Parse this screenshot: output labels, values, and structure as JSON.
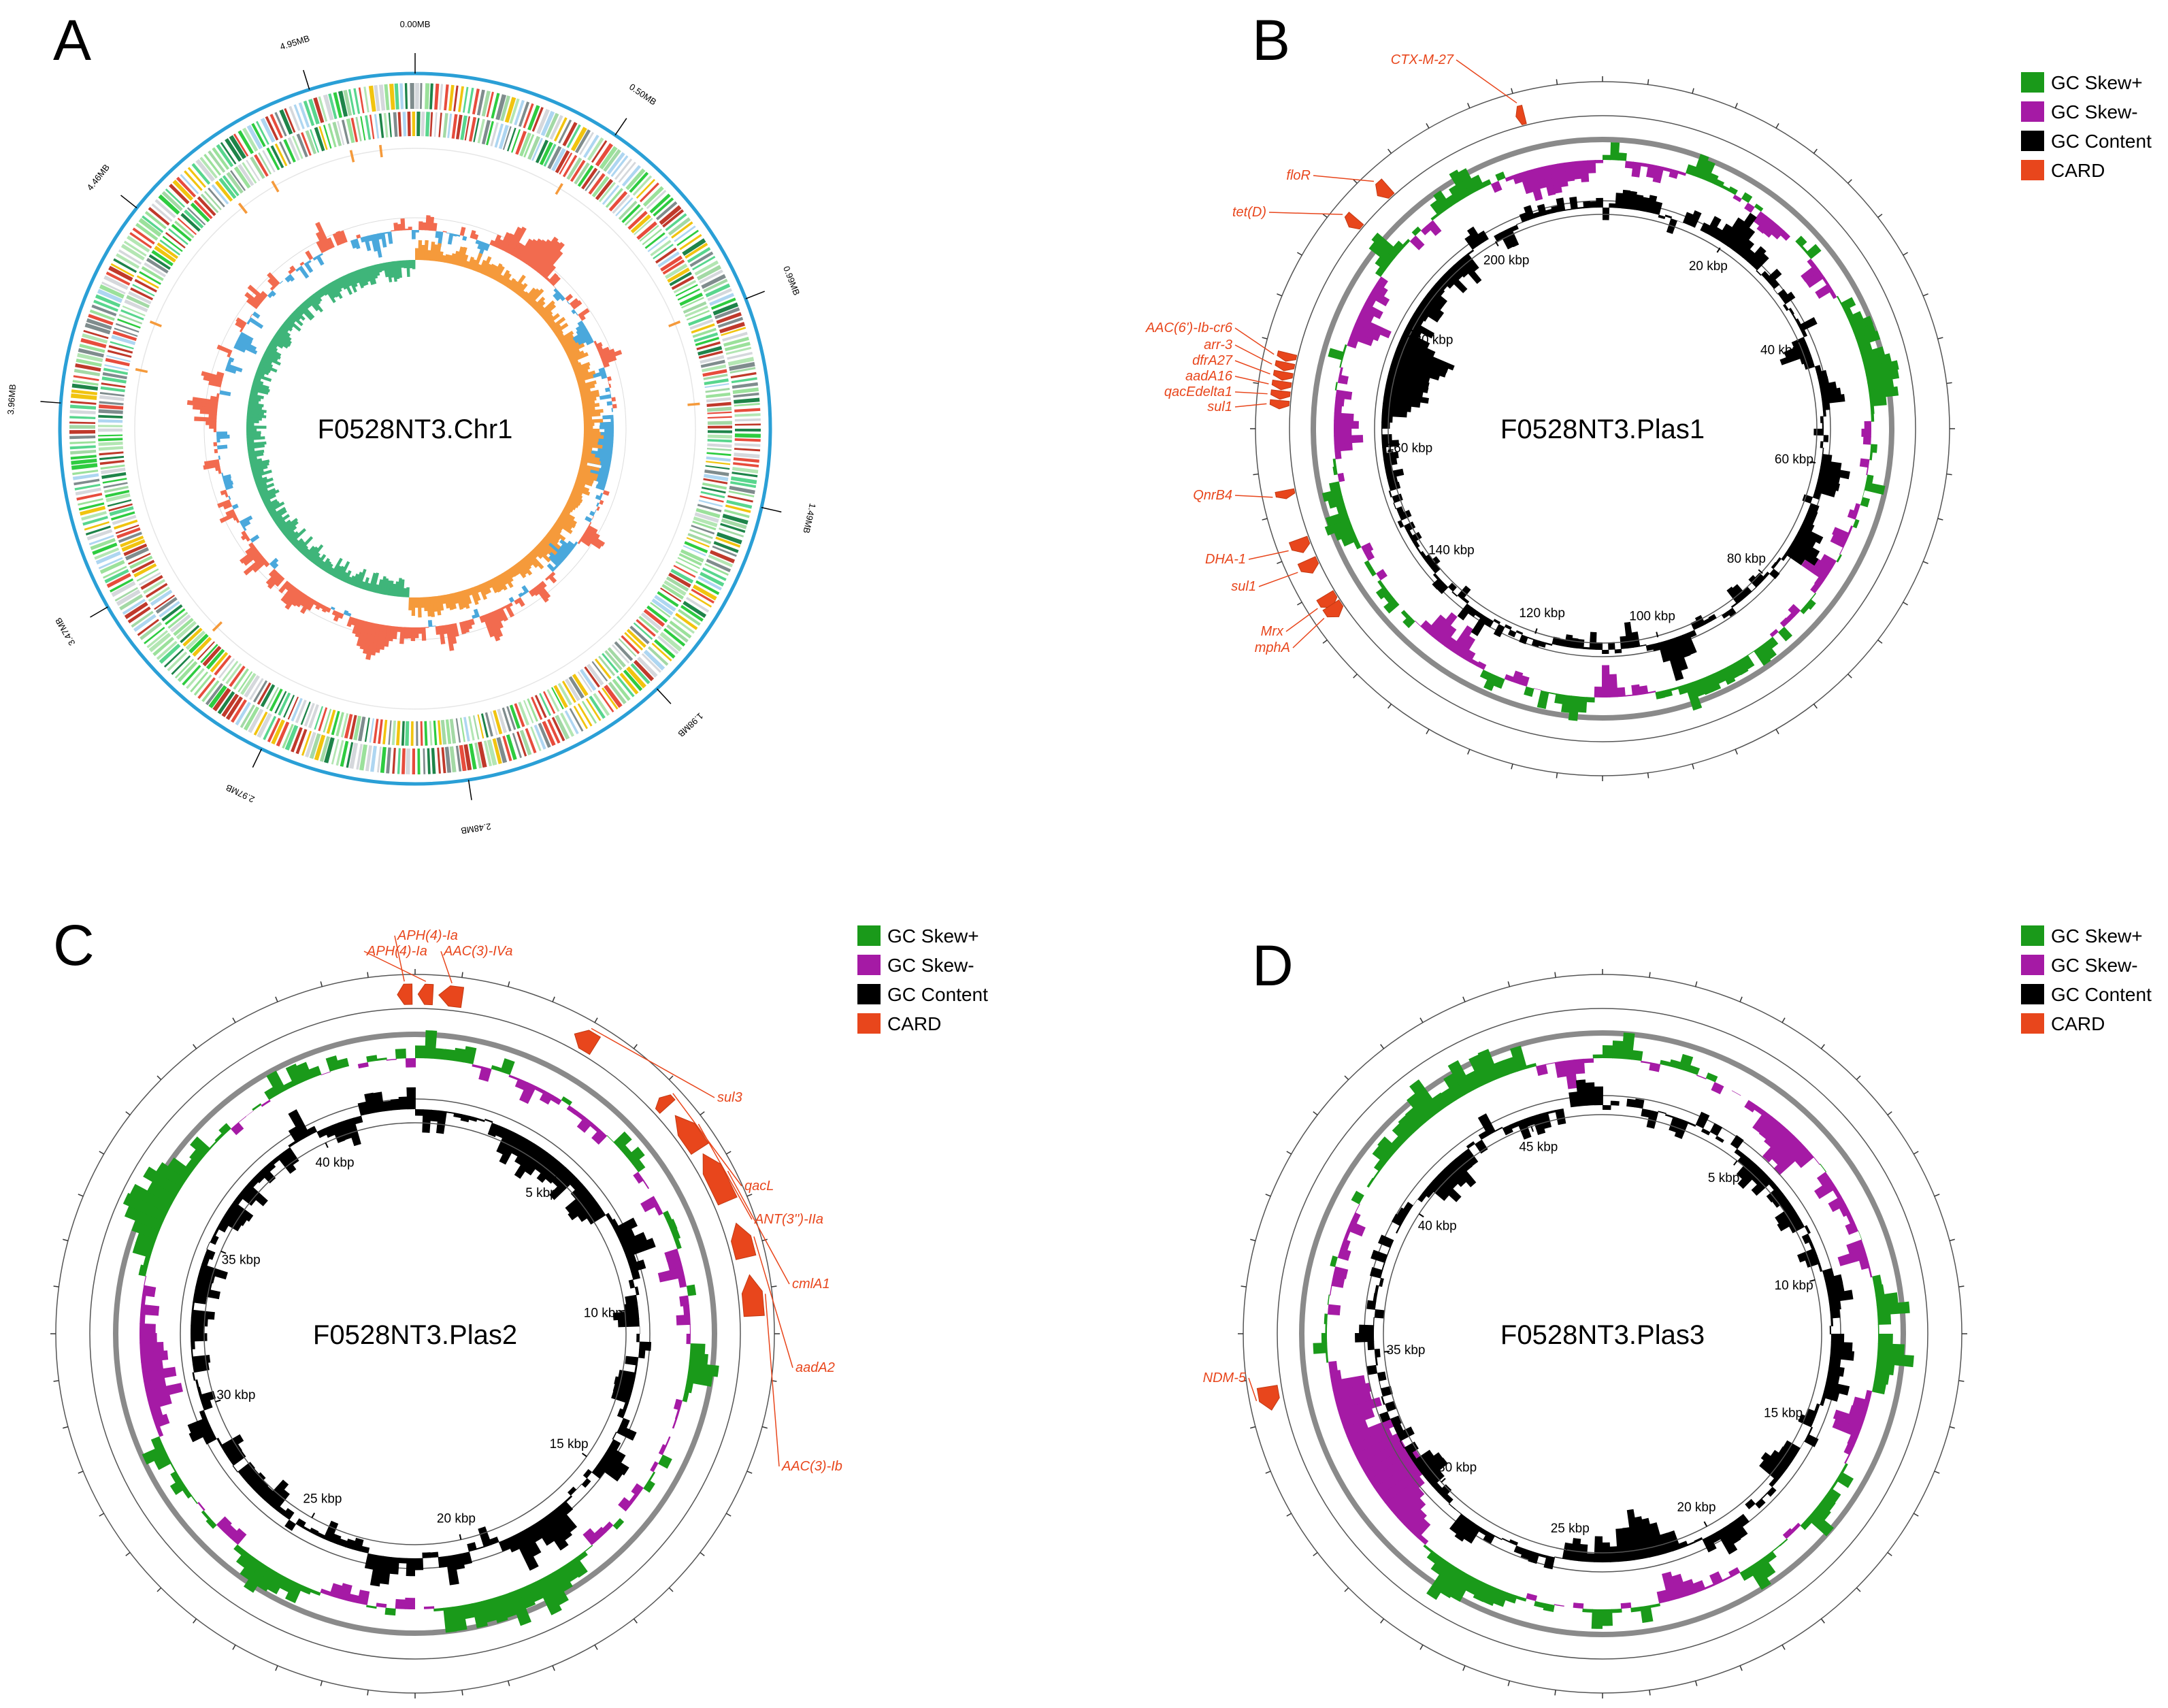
{
  "colors": {
    "gc_skew_plus": "#1a9a1a",
    "gc_skew_minus": "#a51aa5",
    "gc_content": "#000000",
    "card": "#e8461c",
    "chr_backbone": "#2a9fd6",
    "chr_gc_plus": "#f26b4f",
    "chr_gc_minus": "#4aa8dc",
    "chr_skew_plus": "#f59a3b",
    "chr_skew_minus": "#3fb57a"
  },
  "legend": [
    {
      "label": "GC Skew+",
      "color_key": "gc_skew_plus"
    },
    {
      "label": "GC Skew-",
      "color_key": "gc_skew_minus"
    },
    {
      "label": "GC Content",
      "color_key": "gc_content"
    },
    {
      "label": "CARD",
      "color_key": "card"
    }
  ],
  "panels": [
    {
      "letter": "A",
      "title": "F0528NT3.Chr1",
      "ticks": [
        "0.00MB",
        "0.50MB",
        "0.99MB",
        "1.49MB",
        "1.98MB",
        "2.48MB",
        "2.97MB",
        "3.47MB",
        "3.96MB",
        "4.46MB",
        "4.95MB"
      ]
    },
    {
      "letter": "B",
      "title": "F0528NT3.Plas1",
      "ticks": [
        "20 kbp",
        "40 kbp",
        "60 kbp",
        "80 kbp",
        "100 kbp",
        "120 kbp",
        "140 kbp",
        "160 kbp",
        "180 kbp",
        "200 kbp"
      ],
      "genes": [
        "CTX-M-27",
        "floR",
        "tet(D)",
        "AAC(6')-Ib-cr6",
        "arr-3",
        "dfrA27",
        "aadA16",
        "qacEdelta1",
        "sul1",
        "QnrB4",
        "DHA-1",
        "sul1",
        "Mrx",
        "mphA"
      ]
    },
    {
      "letter": "C",
      "title": "F0528NT3.Plas2",
      "ticks": [
        "5 kbp",
        "10 kbp",
        "15 kbp",
        "20 kbp",
        "25 kbp",
        "30 kbp",
        "35 kbp",
        "40 kbp"
      ],
      "genes": [
        "APH(4)-Ia",
        "APH(4)-Ia",
        "AAC(3)-IVa",
        "sul3",
        "qacL",
        "ANT(3'')-IIa",
        "cmlA1",
        "aadA2",
        "AAC(3)-Ib"
      ]
    },
    {
      "letter": "D",
      "title": "F0528NT3.Plas3",
      "ticks": [
        "5 kbp",
        "10 kbp",
        "15 kbp",
        "20 kbp",
        "25 kbp",
        "30 kbp",
        "35 kbp",
        "40 kbp",
        "45 kbp"
      ],
      "genes": [
        "NDM-5"
      ]
    }
  ]
}
